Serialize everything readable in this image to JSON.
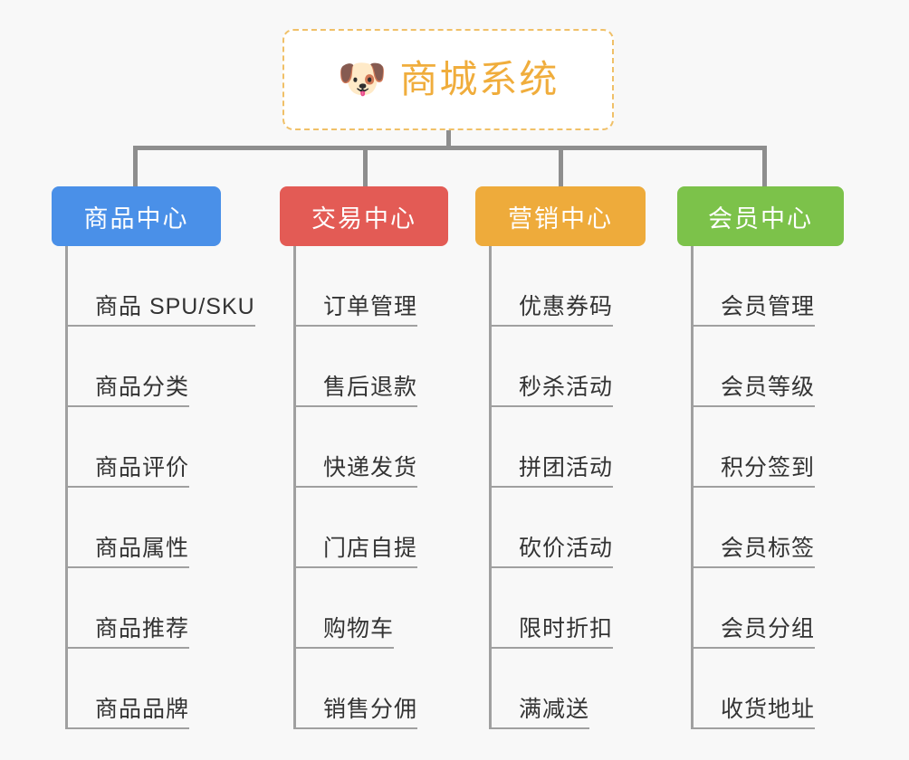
{
  "page": {
    "background_color": "#f8f8f8",
    "line_color": "#8e8e8e",
    "leaf_line_color": "#a0a0a0",
    "leaf_text_color": "#333333"
  },
  "root": {
    "icon": "dog-face-emoji",
    "icon_glyph": "🐶",
    "title": "商城系统",
    "title_color": "#f0ad3c",
    "border_color": "#f0c068",
    "fill_color": "#ffffff"
  },
  "branches": [
    {
      "id": "product-center",
      "title": "商品中心",
      "color": "#4a90e8",
      "leaves": [
        {
          "label": "商品 SPU/SKU"
        },
        {
          "label": "商品分类"
        },
        {
          "label": "商品评价"
        },
        {
          "label": "商品属性"
        },
        {
          "label": "商品推荐"
        },
        {
          "label": "商品品牌"
        }
      ]
    },
    {
      "id": "trade-center",
      "title": "交易中心",
      "color": "#e35b55",
      "leaves": [
        {
          "label": "订单管理"
        },
        {
          "label": "售后退款"
        },
        {
          "label": "快递发货"
        },
        {
          "label": "门店自提"
        },
        {
          "label": "购物车"
        },
        {
          "label": "销售分佣"
        }
      ]
    },
    {
      "id": "marketing-center",
      "title": "营销中心",
      "color": "#eeab3b",
      "leaves": [
        {
          "label": "优惠券码"
        },
        {
          "label": "秒杀活动"
        },
        {
          "label": "拼团活动"
        },
        {
          "label": "砍价活动"
        },
        {
          "label": "限时折扣"
        },
        {
          "label": "满减送"
        }
      ]
    },
    {
      "id": "member-center",
      "title": "会员中心",
      "color": "#7cc24a",
      "leaves": [
        {
          "label": "会员管理"
        },
        {
          "label": "会员等级"
        },
        {
          "label": "积分签到"
        },
        {
          "label": "会员标签"
        },
        {
          "label": "会员分组"
        },
        {
          "label": "收货地址"
        }
      ]
    }
  ]
}
